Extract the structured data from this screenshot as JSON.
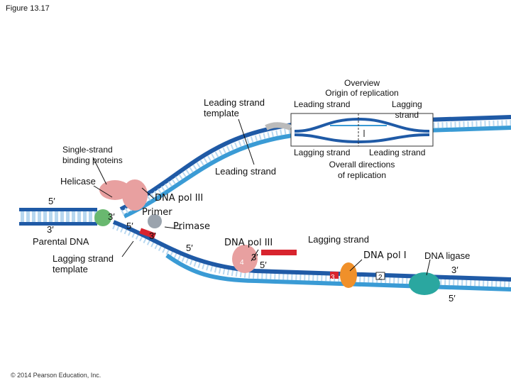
{
  "figure_title": "Figure 13.17",
  "copyright": "© 2014 Pearson Education, Inc.",
  "overview": {
    "title": "Overview",
    "origin": "Origin of replication",
    "leading_top": "Leading strand",
    "lagging_top_1": "Lagging",
    "lagging_top_2": "strand",
    "lagging_bottom": "Lagging strand",
    "leading_bottom": "Leading strand",
    "directions_1": "Overall directions",
    "directions_2": "of replication"
  },
  "labels": {
    "leading_template_1": "Leading strand",
    "leading_template_2": "template",
    "ssb_1": "Single-strand",
    "ssb_2": "binding proteins",
    "leading_strand": "Leading strand",
    "helicase": "Helicase",
    "five_prime_a": "5′",
    "dna_pol_iii_top": "DNA pol III",
    "three_prime_a": "3′",
    "primer": "Primer",
    "five_prime_b": "5′",
    "three_prime_b": "3′",
    "three_prime_c": "3′",
    "primase": "Primase",
    "parental_dna": "Parental DNA",
    "five_prime_c": "5′",
    "dna_pol_iii_bottom": "DNA pol III",
    "lagging_strand": "Lagging strand",
    "three_prime_d": "3′",
    "five_prime_d": "5′",
    "lagging_template_1": "Lagging strand",
    "lagging_template_2": "template",
    "dna_pol_i": "DNA pol I",
    "dna_ligase": "DNA ligase",
    "three_prime_e": "3′",
    "five_prime_e": "5′"
  },
  "fragment_numbers": [
    "4",
    "3",
    "2"
  ],
  "colors": {
    "dna_dark": "#1f5aa6",
    "dna_light": "#b8d8f0",
    "new_strand": "#3a9bd5",
    "primer_red": "#d8242e",
    "helicase_pink": "#e8a0a0",
    "ssb_gray": "#9aa3ad",
    "primase_green": "#69b86f",
    "pol1_orange": "#f0902a",
    "ligase_teal": "#2aa7a0"
  }
}
